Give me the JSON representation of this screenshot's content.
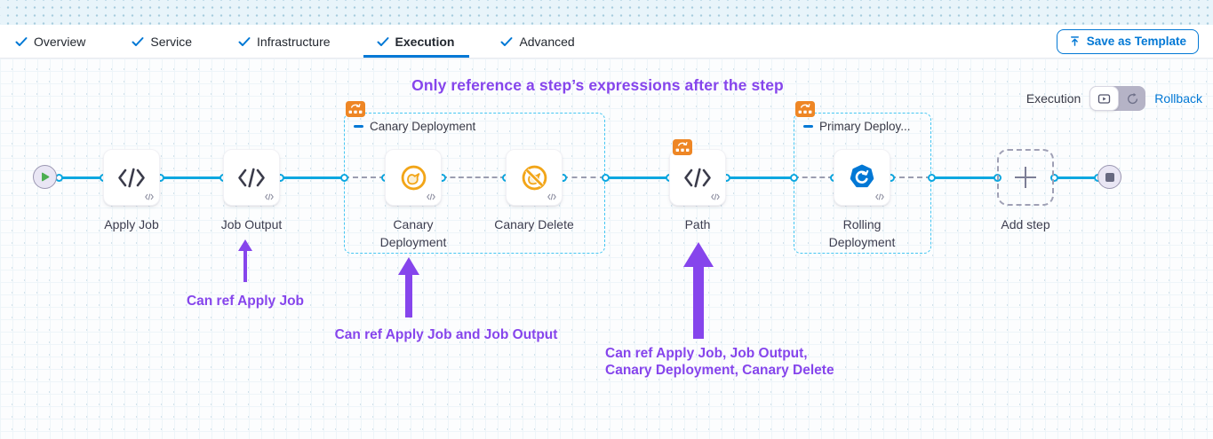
{
  "colors": {
    "accent_blue": "#0278D5",
    "connector_blue": "#0BA7E0",
    "annotation_purple": "#8645EC",
    "badge_orange": "#EE8625",
    "canary_orange": "#F2A518",
    "text_dark": "#383946"
  },
  "tabs": {
    "items": [
      {
        "label": "Overview",
        "active": false
      },
      {
        "label": "Service",
        "active": false
      },
      {
        "label": "Infrastructure",
        "active": false
      },
      {
        "label": "Execution",
        "active": true
      },
      {
        "label": "Advanced",
        "active": false
      }
    ],
    "save_as_template_label": "Save as Template"
  },
  "canvas": {
    "title": "Only reference a step’s expressions after the step",
    "mode_switch": {
      "execution_label": "Execution",
      "rollback_label": "Rollback"
    },
    "groups": {
      "canary": "Canary Deployment",
      "primary": "Primary Deploy..."
    },
    "steps": {
      "apply_job": "Apply Job",
      "job_output": "Job Output",
      "canary_deployment": "Canary Deployment",
      "canary_delete": "Canary Delete",
      "path": "Path",
      "rolling_deployment": "Rolling Deployment",
      "add_step": "Add step"
    },
    "annotations": {
      "ref1": "Can ref Apply Job",
      "ref2": "Can ref Apply Job and Job Output",
      "ref3_line1": "Can ref Apply Job, Job Output,",
      "ref3_line2": "Canary Deployment, Canary Delete"
    }
  }
}
